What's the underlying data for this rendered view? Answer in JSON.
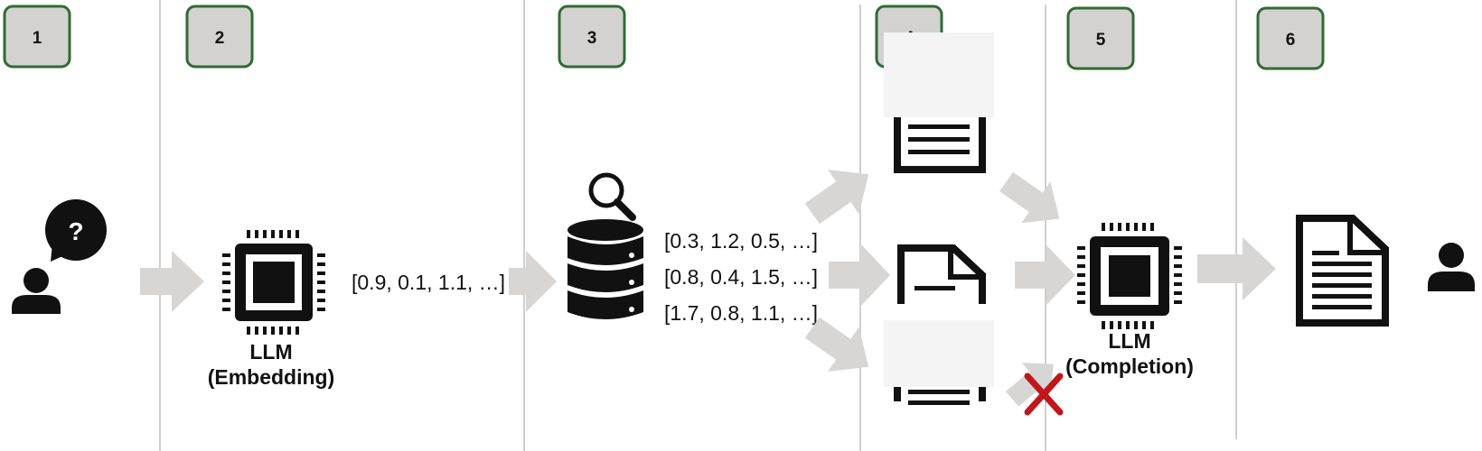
{
  "steps": [
    "1",
    "2",
    "3",
    "4",
    "5",
    "6"
  ],
  "embedding_llm": {
    "name": "LLM",
    "role": "(Embedding)"
  },
  "completion_llm": {
    "name": "LLM",
    "role": "(Completion)"
  },
  "query_vector": "[0.9, 0.1, 1.1, …]",
  "stored_vectors": [
    "[0.3, 1.2, 0.5, …]",
    "[0.8, 0.4, 1.5, …]",
    "[1.7, 0.8, 1.1, …]"
  ],
  "question_mark": "?",
  "colors": {
    "step_border": "#2f6b33",
    "step_fill": "#d4d2d1",
    "divider": "#cfcfcf",
    "arrow": "#d8d6d5",
    "icon": "#111111",
    "reject": "#c0161c"
  }
}
